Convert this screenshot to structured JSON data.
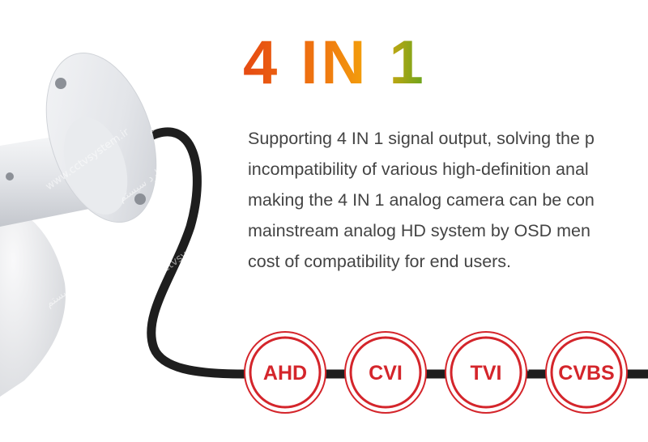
{
  "headline": "4 IN 1",
  "body_lines": [
    "Supporting 4 IN 1 signal output, solving the p",
    "incompatibility of various high-definition anal",
    "making the 4 IN 1 analog camera can be con",
    "mainstream analog HD system by OSD men",
    "cost of compatibility for end users."
  ],
  "badges": [
    "AHD",
    "CVI",
    "TVI",
    "CVBS"
  ],
  "watermarks": {
    "url": "www.cctvsystem.ir",
    "brand": "سام گارد سیستم"
  },
  "colors": {
    "headline_gradient": [
      "#e64a12",
      "#f3a60b",
      "#63a51e"
    ],
    "badge_red": "#d4252b",
    "cable": "#1e1e1e",
    "text": "#444444"
  }
}
